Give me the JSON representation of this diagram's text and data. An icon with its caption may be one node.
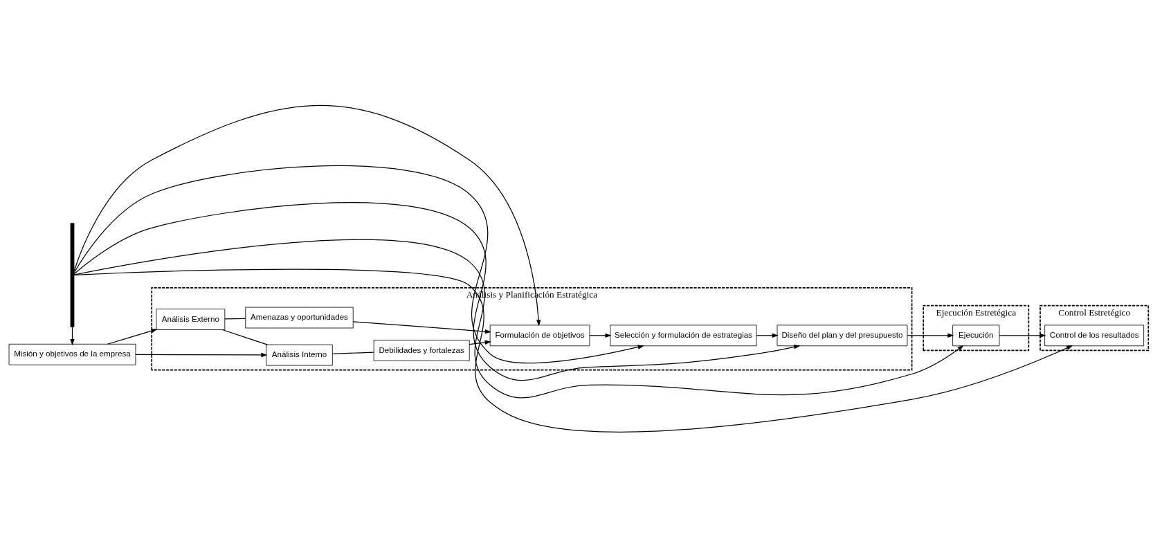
{
  "diagram": {
    "nodes": [
      {
        "text": [
          "Análisis y Planificación Estratégica"
        ]
      },
      {
        "text": [
          "Misión y objetivos de la empresa"
        ]
      },
      {
        "text": [
          "Análisis Externo"
        ],
        "in": 0
      },
      {
        "text": [
          "Amenazas y oportunidades"
        ],
        "in": 0
      },
      {
        "text": [
          "Análisis Interno"
        ],
        "in": 0
      },
      {
        "text": [
          "Debilidades y fortalezas"
        ],
        "in": 0
      },
      {
        "text": [
          "Formulación de objetivos"
        ],
        "in": 0
      },
      {
        "text": [
          "Selección y formulación de estrategias"
        ],
        "in": 0
      },
      {
        "text": [
          "Diseño del plan y del presupuesto"
        ],
        "in": 0
      },
      {
        "text": [
          "Ejecución Estretégica"
        ]
      },
      {
        "text": [
          "Ejecución"
        ],
        "in": 9
      },
      {
        "text": [
          "Control Estretégico"
        ]
      },
      {
        "text": [
          "Control de los resultados"
        ],
        "in": 11
      },
      {
        "text": [],
        "shape": "bar"
      }
    ],
    "edges": [
      {
        "from": 1,
        "to": 2,
        "arrow": "to"
      },
      {
        "from": 1,
        "to": 4,
        "arrow": "to"
      },
      {
        "from": 2,
        "to": 3,
        "arrow": "none"
      },
      {
        "from": 2,
        "to": 4,
        "arrow": "none"
      },
      {
        "from": 4,
        "to": 5,
        "arrow": "none"
      },
      {
        "from": 3,
        "to": 6,
        "arrow": "to"
      },
      {
        "from": 5,
        "to": 6,
        "arrow": "to"
      },
      {
        "from": 6,
        "to": 7,
        "arrow": "to"
      },
      {
        "from": 7,
        "to": 8,
        "arrow": "to"
      },
      {
        "from": 8,
        "to": 10,
        "arrow": "to"
      },
      {
        "from": 10,
        "to": 12,
        "arrow": "to"
      },
      {
        "from": 13,
        "to": 1,
        "arrow": "to"
      },
      {
        "from": 13,
        "to": 6,
        "arrow": "to"
      },
      {
        "from": 13,
        "to": 7,
        "arrow": "to"
      },
      {
        "from": 13,
        "to": 8,
        "arrow": "to"
      },
      {
        "from": 13,
        "to": 10,
        "arrow": "to"
      },
      {
        "from": 13,
        "to": 12,
        "arrow": "to"
      }
    ]
  }
}
